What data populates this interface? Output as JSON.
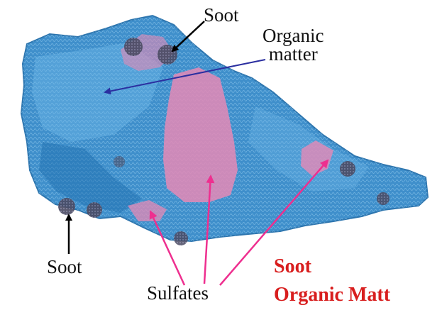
{
  "labels": {
    "soot_top": "Soot",
    "organic_line1": "Organic",
    "organic_line2": "matter",
    "soot_bottom": "Soot",
    "sulfates": "Sulfates",
    "red_line1": "Soot",
    "red_line2": "Organic Matt"
  },
  "colors": {
    "particle_blue": "#2f86c7",
    "particle_light_blue": "#6fb8e8",
    "organic_pink": "#e58ab6",
    "soot_dark": "#4a4a62",
    "arrow_black": "#000000",
    "arrow_navy": "#2b2fa0",
    "arrow_magenta": "#ee2f8f",
    "annotation_red": "#d81e1e"
  }
}
